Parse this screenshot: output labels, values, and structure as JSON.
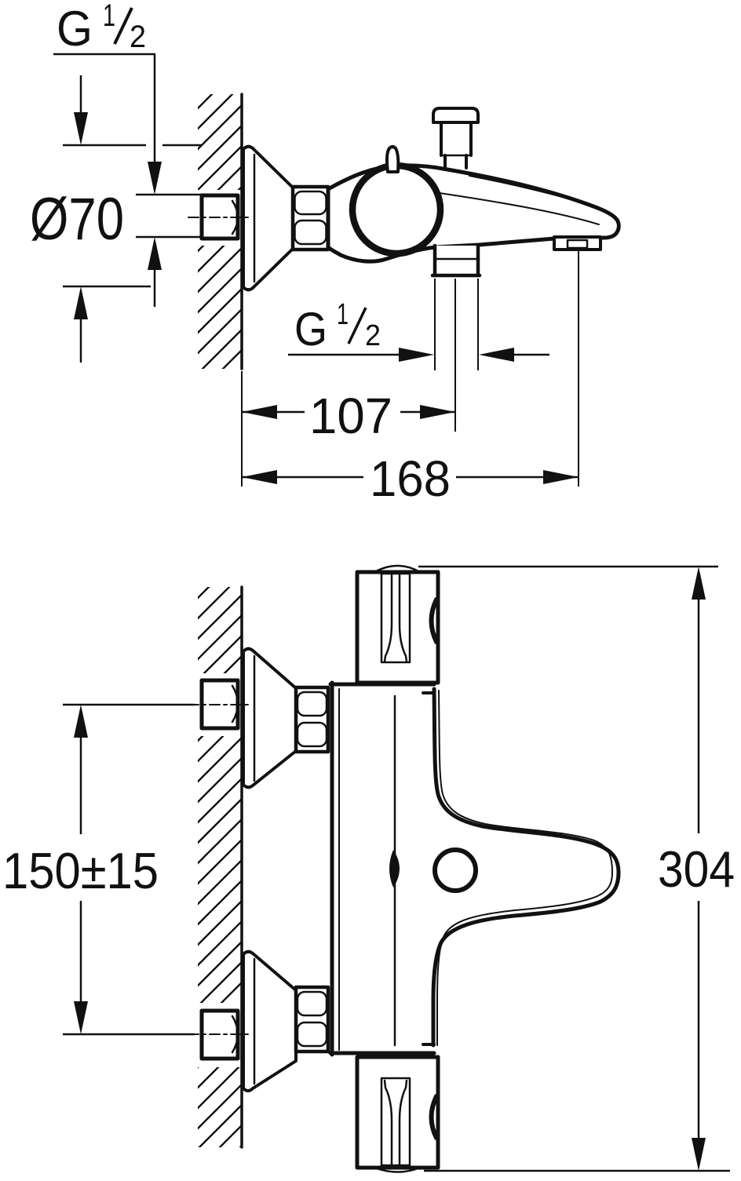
{
  "page": {
    "background": "#ffffff",
    "line_color": "#111111",
    "description_labels_visible": [
      "G 1/2",
      "Ø70",
      "G 1/2",
      "107",
      "168",
      "150±15",
      "304"
    ]
  },
  "dimensions": {
    "wall_thread": {
      "full": "G 1/2",
      "prefix": "G",
      "numerator": "1",
      "denominator": "2"
    },
    "flange_diameter": {
      "value": "Ø70"
    },
    "shower_outlet_thread": {
      "full": "G 1/2",
      "prefix": "G",
      "numerator": "1",
      "denominator": "2"
    },
    "outlet_offset": {
      "value": "107"
    },
    "spout_reach": {
      "value": "168"
    },
    "connection_spacing": {
      "value": "150±15"
    },
    "overall_height": {
      "value": "304"
    }
  }
}
